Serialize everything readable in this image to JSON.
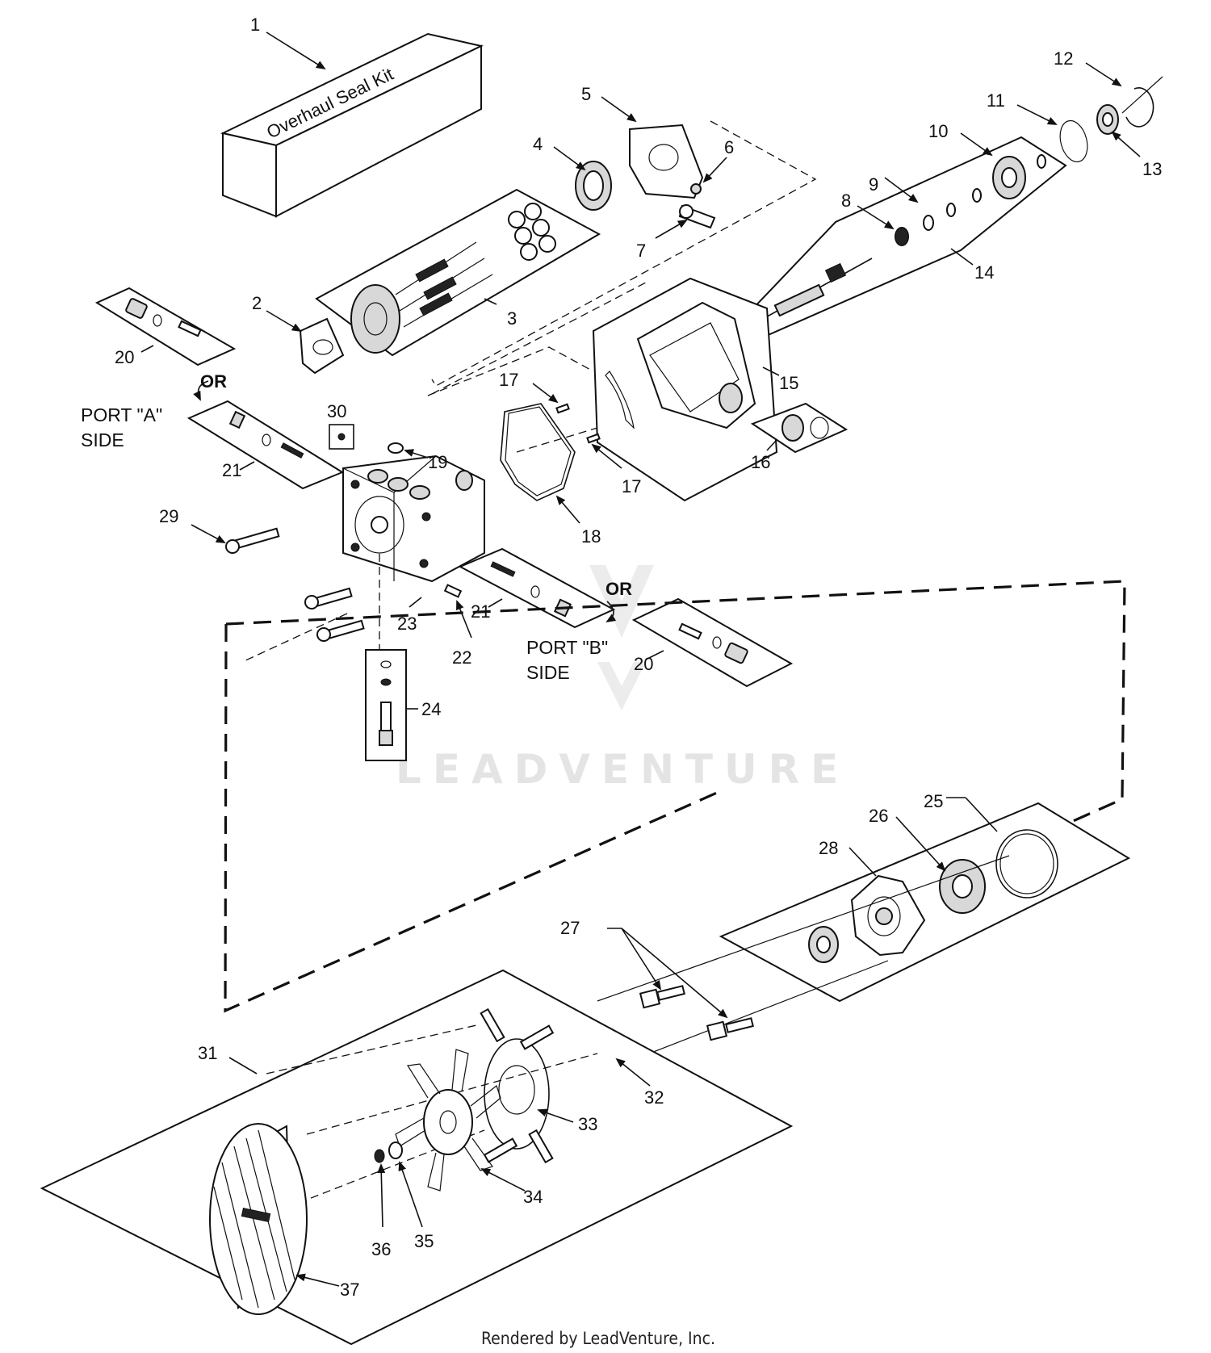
{
  "kit_label": "Overhaul Seal Kit",
  "or_labels": [
    "OR",
    "OR"
  ],
  "port_a": {
    "line1": "PORT \"A\"",
    "line2": "SIDE"
  },
  "port_b": {
    "line1": "PORT \"B\"",
    "line2": "SIDE"
  },
  "callouts": {
    "c1": "1",
    "c2": "2",
    "c3": "3",
    "c4": "4",
    "c5": "5",
    "c6": "6",
    "c7": "7",
    "c8": "8",
    "c9": "9",
    "c10": "10",
    "c11": "11",
    "c12": "12",
    "c13": "13",
    "c14": "14",
    "c15": "15",
    "c16": "16",
    "c17a": "17",
    "c17b": "17",
    "c18": "18",
    "c19": "19",
    "c20a": "20",
    "c20b": "20",
    "c21a": "21",
    "c21b": "21",
    "c22": "22",
    "c23": "23",
    "c24": "24",
    "c25": "25",
    "c26": "26",
    "c27": "27",
    "c28": "28",
    "c29": "29",
    "c30": "30",
    "c31": "31",
    "c32": "32",
    "c33": "33",
    "c34": "34",
    "c35": "35",
    "c36": "36",
    "c37": "37"
  },
  "watermark": "LEADVENTURE",
  "footer": "Rendered by LeadVenture, Inc."
}
